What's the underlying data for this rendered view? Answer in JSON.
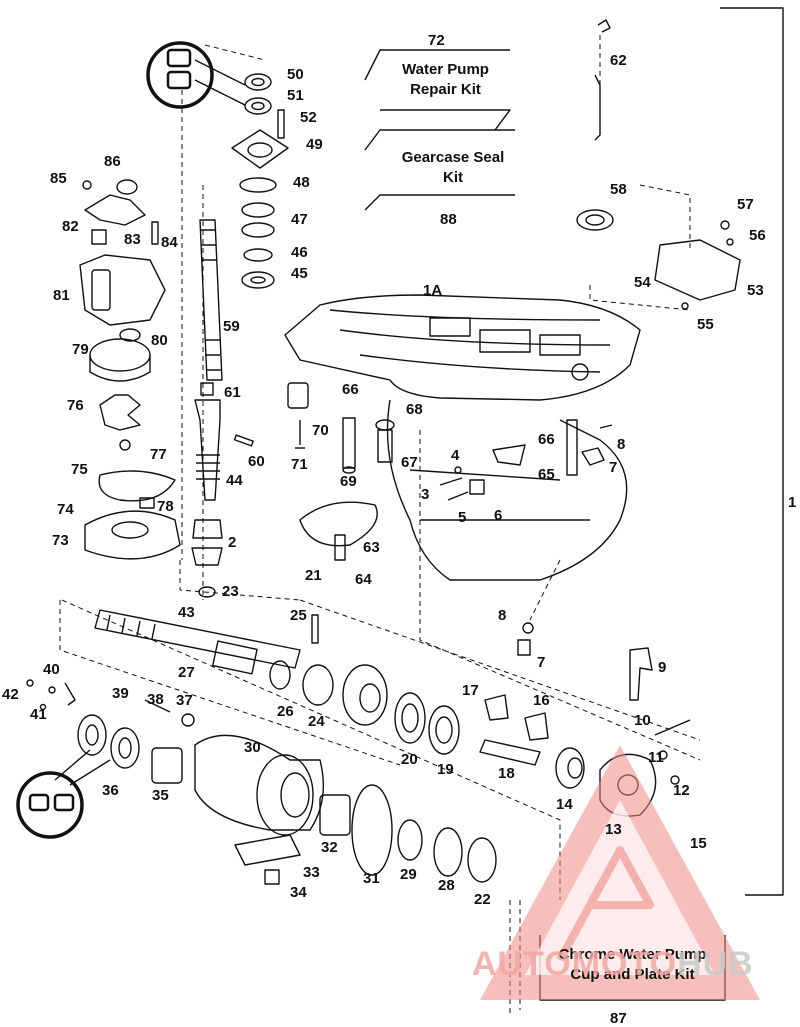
{
  "kits": {
    "water_pump_kit": {
      "number": "72",
      "line1": "Water Pump",
      "line2": "Repair Kit"
    },
    "gearcase_seal_kit": {
      "number": "88",
      "line1": "Gearcase Seal",
      "line2": "Kit"
    },
    "chrome_kit": {
      "number": "87",
      "line1": "Chrome Water Pump",
      "line2": "Cup and Plate Kit"
    }
  },
  "watermark": {
    "part1": "AUTOMOTO",
    "part2": "HUB"
  },
  "colors": {
    "ink": "#111111",
    "watermark_red": "#f08a84",
    "watermark_grey": "#c9c9c9"
  },
  "callouts": [
    "1",
    "1A",
    "2",
    "3",
    "4",
    "5",
    "6",
    "7",
    "7",
    "8",
    "8",
    "9",
    "10",
    "11",
    "12",
    "13",
    "14",
    "15",
    "16",
    "17",
    "18",
    "19",
    "20",
    "21",
    "22",
    "23",
    "24",
    "25",
    "26",
    "27",
    "28",
    "29",
    "30",
    "31",
    "32",
    "33",
    "34",
    "35",
    "36",
    "37",
    "38",
    "39",
    "40",
    "41",
    "42",
    "43",
    "44",
    "45",
    "46",
    "47",
    "48",
    "49",
    "50",
    "51",
    "52",
    "53",
    "54",
    "55",
    "56",
    "57",
    "58",
    "59",
    "60",
    "61",
    "62",
    "63",
    "64",
    "65",
    "66",
    "66",
    "67",
    "68",
    "69",
    "70",
    "71",
    "73",
    "74",
    "75",
    "76",
    "77",
    "78",
    "79",
    "80",
    "81",
    "82",
    "83",
    "84",
    "85",
    "86"
  ]
}
